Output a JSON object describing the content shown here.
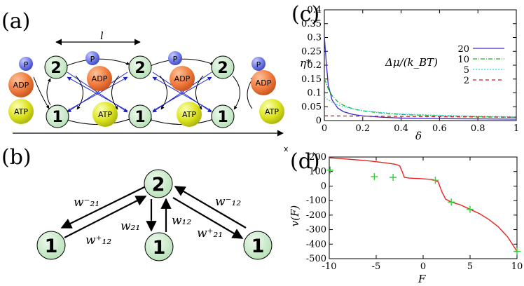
{
  "panels": {
    "a": "(a)",
    "b": "(b)",
    "c": "(c)",
    "d": "(d)"
  },
  "panel_a": {
    "length_label": "l",
    "axis_label": "x",
    "state_upper": "2",
    "state_lower": "1",
    "phosphate": "P",
    "adp": "ADP",
    "atp": "ATP"
  },
  "panel_b": {
    "state_top": "2",
    "state_left": "1",
    "state_mid": "1",
    "state_right": "1",
    "rates": {
      "w21_minus": "w⁻₂₁",
      "w12_plus": "w⁺₁₂",
      "w21": "w₂₁",
      "w12": "w₁₂",
      "w12_minus": "w⁻₁₂",
      "w21_plus": "w⁺₂₁"
    }
  },
  "colors": {
    "state_fill": "#cdeccd",
    "adp_fill": "#f07a3c",
    "atp_fill": "#d9e21c",
    "phosphate_fill": "#6f78e8",
    "blue_arrows": "#1b22c9",
    "line20": "#3a2bd0",
    "line10": "#19b419",
    "line5": "#2fd7e6",
    "line2": "#cc1a1a",
    "line_d": "#e8231f",
    "points_d": "#2fd135"
  },
  "chart_data": [
    {
      "type": "line",
      "xlabel": "δ",
      "ylabel": "η*",
      "xlim": [
        0,
        1
      ],
      "ylim": [
        0,
        0.4
      ],
      "xticks": [
        "0",
        "0.2",
        "0.4",
        "0.6",
        "0.8",
        "1"
      ],
      "yticks": [
        "0",
        "0.05",
        "0.1",
        "0.15",
        "0.2",
        "0.25",
        "0.3",
        "0.35",
        "0.4"
      ],
      "legend_title": "Δμ/(k_BT)",
      "legend_position": "right",
      "series": [
        {
          "name": "20",
          "x": [
            0,
            0.01,
            0.02,
            0.04,
            0.07,
            0.1,
            0.15,
            0.2,
            0.3,
            0.4,
            0.6,
            0.8,
            1.0
          ],
          "y": [
            0.305,
            0.21,
            0.13,
            0.075,
            0.045,
            0.032,
            0.022,
            0.017,
            0.012,
            0.009,
            0.007,
            0.006,
            0.005
          ]
        },
        {
          "name": "10",
          "x": [
            0,
            0.01,
            0.02,
            0.04,
            0.07,
            0.1,
            0.15,
            0.2,
            0.3,
            0.4,
            0.6,
            0.8,
            1.0
          ],
          "y": [
            0.15,
            0.135,
            0.115,
            0.09,
            0.068,
            0.055,
            0.042,
            0.035,
            0.027,
            0.022,
            0.017,
            0.014,
            0.012
          ]
        },
        {
          "name": "5",
          "x": [
            0,
            0.02,
            0.05,
            0.1,
            0.15,
            0.2,
            0.3,
            0.4,
            0.6,
            0.8,
            1.0
          ],
          "y": [
            0.085,
            0.075,
            0.062,
            0.05,
            0.042,
            0.036,
            0.029,
            0.024,
            0.019,
            0.016,
            0.014
          ]
        },
        {
          "name": "2",
          "x": [
            0,
            0.2,
            0.4,
            0.6,
            0.8,
            1.0
          ],
          "y": [
            0.017,
            0.016,
            0.015,
            0.014,
            0.013,
            0.012
          ]
        }
      ]
    },
    {
      "type": "line",
      "xlabel": "F",
      "ylabel": "v(F)",
      "xlim": [
        -10,
        10
      ],
      "ylim": [
        -500,
        200
      ],
      "xticks": [
        "-10",
        "-5",
        "0",
        "5",
        "10"
      ],
      "yticks": [
        "200",
        "100",
        "0",
        "-100",
        "-200",
        "-300",
        "-400",
        "-500"
      ],
      "series": [
        {
          "name": "",
          "x": [
            -10,
            -8,
            -6,
            -4,
            -3,
            -2.5,
            -2.2,
            -2,
            -1.5,
            0,
            1,
            1.6,
            2,
            2.4,
            3,
            4,
            5,
            6,
            7,
            8,
            9,
            10
          ],
          "y": [
            195,
            185,
            175,
            160,
            150,
            140,
            95,
            60,
            55,
            50,
            45,
            30,
            -40,
            -90,
            -110,
            -130,
            -160,
            -190,
            -230,
            -280,
            -350,
            -450
          ]
        },
        {
          "name": "",
          "style": "points",
          "x": [
            -9.9,
            -5.2,
            -3.2,
            1.3,
            3,
            5,
            10
          ],
          "y": [
            110,
            65,
            60,
            40,
            -110,
            -160,
            -450
          ]
        }
      ]
    }
  ]
}
